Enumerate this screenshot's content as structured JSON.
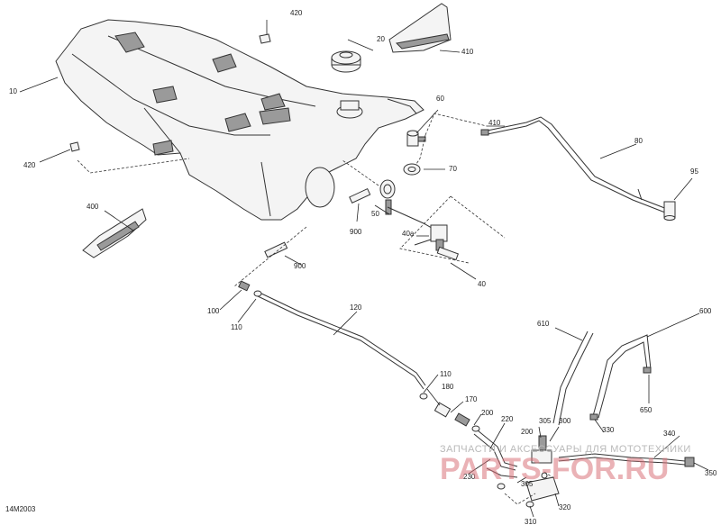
{
  "figure_code": "14M2003",
  "watermark": {
    "line1": "ЗАПЧАСТИ И АКСЕССУАРЫ ДЛЯ МОТОТЕХНИКИ",
    "line2": "PARTS-FOR.RU"
  },
  "callouts": {
    "c10": "10",
    "c20": "20",
    "c40": "40",
    "c40a": "40a",
    "c50": "50",
    "c60": "60",
    "c70": "70",
    "c80": "80",
    "c95": "95",
    "c100": "100",
    "c110a": "110",
    "c110b": "110",
    "c120": "120",
    "c170": "170",
    "c180": "180",
    "c200a": "200",
    "c200b": "200",
    "c220": "220",
    "c230": "230",
    "c300": "300",
    "c305a": "305",
    "c305b": "305",
    "c310": "310",
    "c320": "320",
    "c330": "330",
    "c340": "340",
    "c350": "350",
    "c400": "400",
    "c410a": "410",
    "c410b": "410",
    "c420a": "420",
    "c420b": "420",
    "c600": "600",
    "c610": "610",
    "c650": "650",
    "c900a": "900",
    "c900b": "900"
  }
}
